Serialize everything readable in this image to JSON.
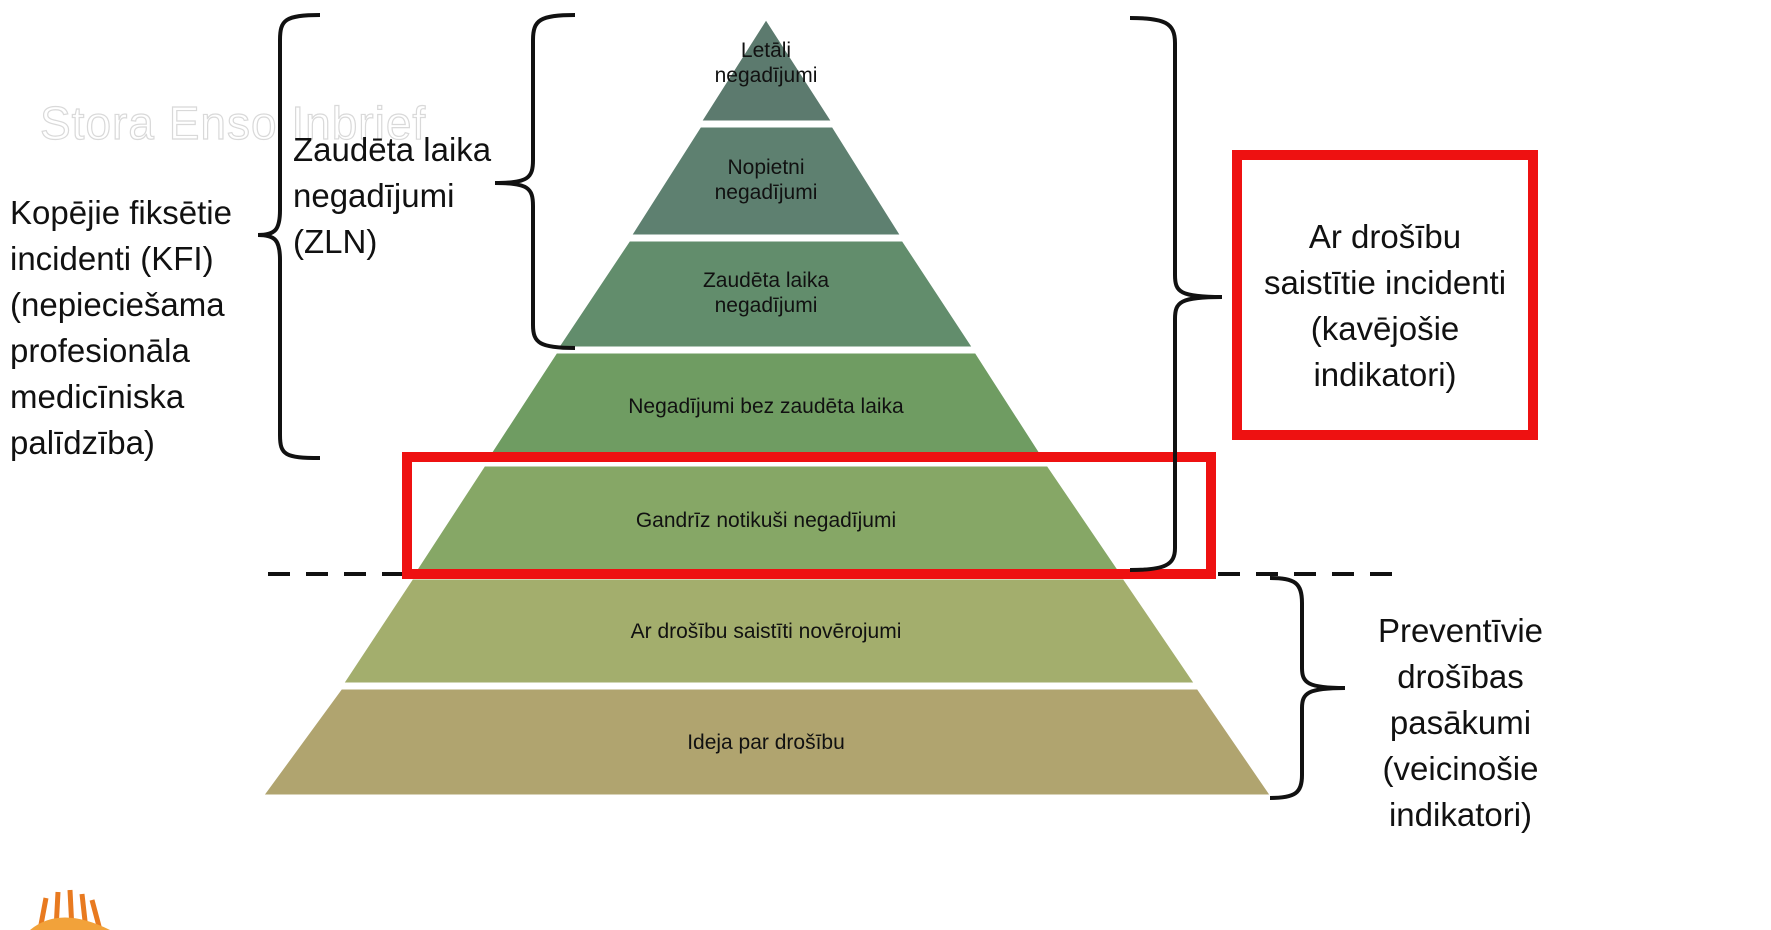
{
  "watermark": "Stora Enso Inbrief",
  "levels": [
    {
      "label": "Letāli\nnegadījumi",
      "color": "#5c7a6e"
    },
    {
      "label": "Nopietni\nnegadījumi",
      "color": "#5e8070"
    },
    {
      "label": "Zaudēta laika\nnegadījumi",
      "color": "#628d6c"
    },
    {
      "label": "Negadījumi bez zaudēta laika",
      "color": "#6f9c62"
    },
    {
      "label": "Gandrīz notikuši negadījumi",
      "color": "#86a766"
    },
    {
      "label": "Ar drošību saistīti novērojumi",
      "color": "#a3ae6d"
    },
    {
      "label": "Ideja par drošību",
      "color": "#b0a46f"
    }
  ],
  "brackets": {
    "kfi": "Kopējie fiksētie\nincidenti (KFI)\n(nepieciešama\nprofesionāla\nmedicīniska\npalīdzība)",
    "zln": "Zaudēta laika\nnegadījumi\n(ZLN)",
    "lagging": "Ar drošību\nsaistītie incidenti\n(kavējošie\nindikatori)",
    "leading": "Preventīvie\ndrošības\npasākumi\n(veicinošie\nindikatori)"
  },
  "colors": {
    "highlight": "#ee1111",
    "bracket": "#111111"
  }
}
